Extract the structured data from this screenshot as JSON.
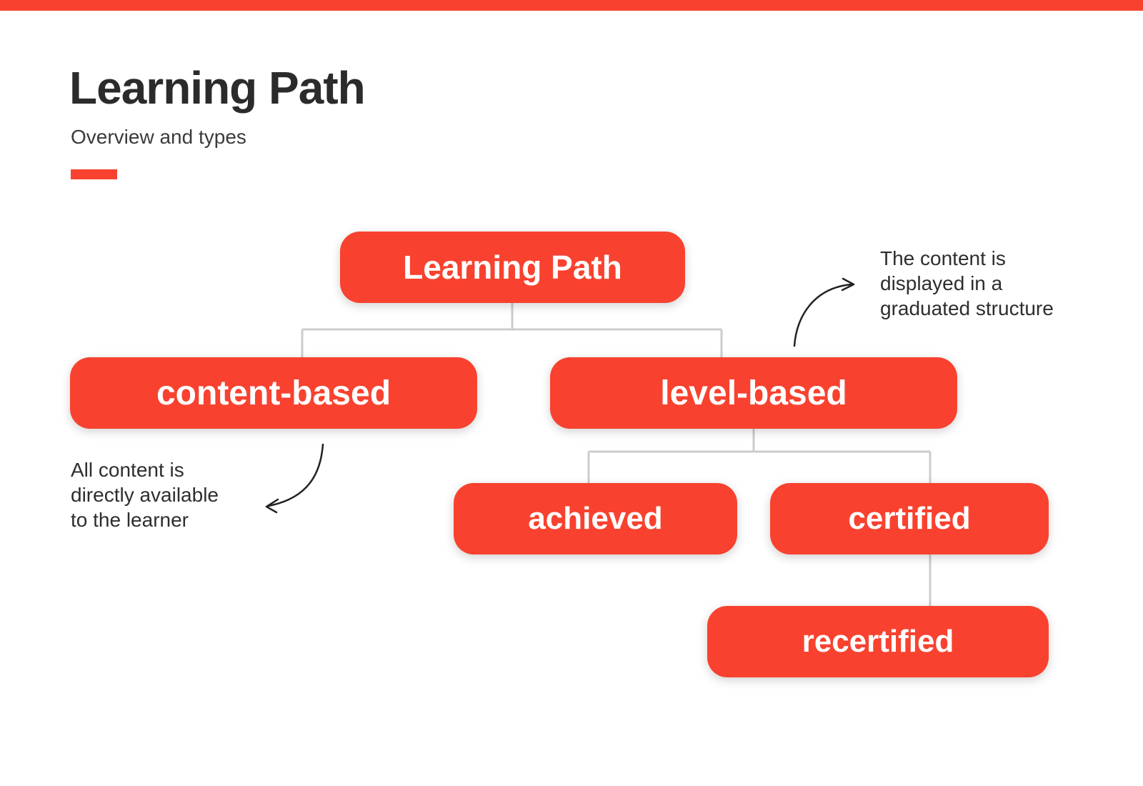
{
  "header": {
    "title": "Learning Path",
    "subtitle": "Overview and types"
  },
  "tree": {
    "learning_path": {
      "label": "Learning Path"
    },
    "content_based": {
      "label": "content-based"
    },
    "level_based": {
      "label": "level-based"
    },
    "achieved": {
      "label": "achieved"
    },
    "certified": {
      "label": "certified"
    },
    "recertified": {
      "label": "recertified"
    }
  },
  "annotations": {
    "left": {
      "lines": [
        "All content is",
        "directly available",
        "to the learner"
      ]
    },
    "right": {
      "lines": [
        "The content is",
        "displayed in a",
        "graduated structure"
      ]
    }
  },
  "colors": {
    "accent_red": "#F8422F",
    "connector_gray": "#CCCCCC",
    "text_dark": "#2B2B2B",
    "node_text": "#FFFFFF",
    "arrow_ink": "#222222"
  }
}
